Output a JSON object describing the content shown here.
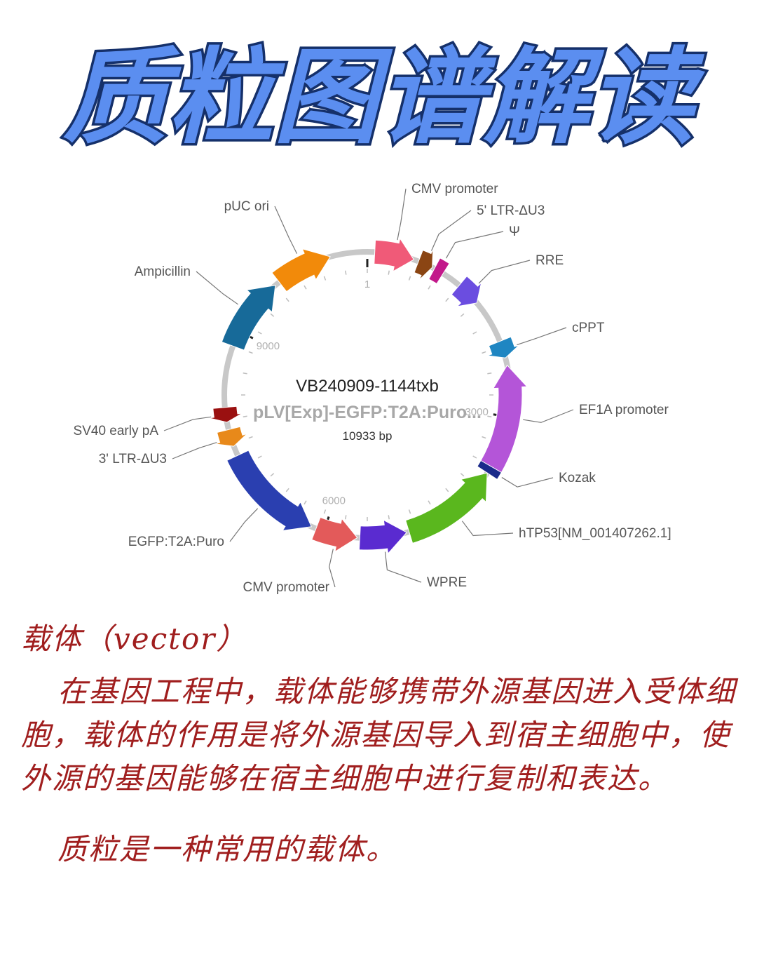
{
  "page_title": "质粒图谱解读",
  "plasmid": {
    "id": "VB240909-1144txb",
    "name": "pLV[Exp]-EGFP:T2A:Puro...",
    "size_label": "10933 bp",
    "total_bp": 10933,
    "position_markers": [
      "1",
      "3000",
      "6000",
      "9000"
    ],
    "features": [
      {
        "label": "CMV promoter",
        "color": "#f05a78",
        "kind": "arrow"
      },
      {
        "label": "5' LTR-ΔU3",
        "color": "#8b4513",
        "kind": "arrow"
      },
      {
        "label": "Ψ",
        "color": "#c2188a",
        "kind": "box"
      },
      {
        "label": "RRE",
        "color": "#6b4de0",
        "kind": "arrow"
      },
      {
        "label": "cPPT",
        "color": "#1f86c2",
        "kind": "arrow"
      },
      {
        "label": "EF1A promoter",
        "color": "#b455d8",
        "kind": "arrow"
      },
      {
        "label": "Kozak",
        "color": "#1a2a8a",
        "kind": "box"
      },
      {
        "label": "hTP53[NM_001407262.1]",
        "color": "#5ab71e",
        "kind": "arrow"
      },
      {
        "label": "WPRE",
        "color": "#5a2bd0",
        "kind": "arrow"
      },
      {
        "label": "CMV promoter",
        "color": "#e35a5a",
        "kind": "arrow"
      },
      {
        "label": "EGFP:T2A:Puro",
        "color": "#2a3fb0",
        "kind": "arrow"
      },
      {
        "label": "3' LTR-ΔU3",
        "color": "#e8891a",
        "kind": "arrow"
      },
      {
        "label": "SV40 early pA",
        "color": "#9a1010",
        "kind": "arrow"
      },
      {
        "label": "Ampicillin",
        "color": "#176a99",
        "kind": "arrow"
      },
      {
        "label": "pUC ori",
        "color": "#f28a0a",
        "kind": "arrow"
      }
    ]
  },
  "notes": {
    "heading": "载体（vector）",
    "paragraph": "在基因工程中，载体能够携带外源基因进入受体细胞，载体的作用是将外源基因导入到宿主细胞中，使外源的基因能够在宿主细胞中进行复制和表达。",
    "closing": "质粒是一种常用的载体。"
  },
  "colors": {
    "title_fill": "#5b8ef0",
    "title_outline": "#15306a",
    "note_ink": "#a01e1e",
    "backbone": "#c8c8c8"
  }
}
